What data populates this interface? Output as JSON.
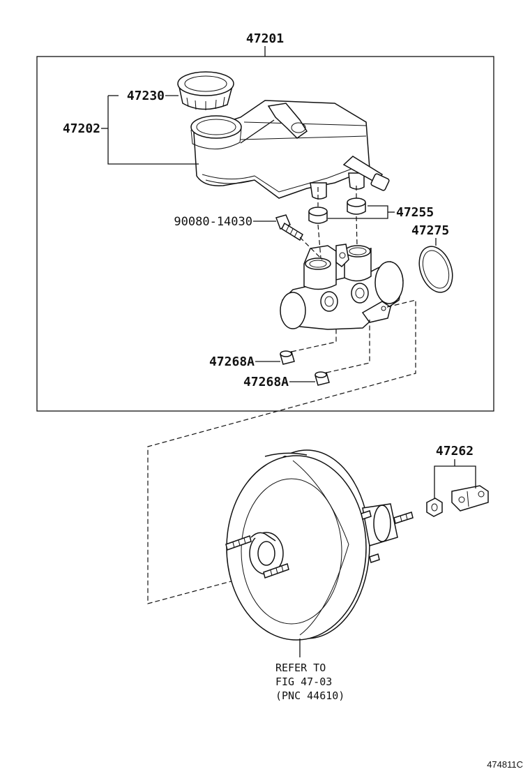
{
  "assembly_label": "47201",
  "labels": {
    "p47230": "47230",
    "p47202": "47202",
    "p47255": "47255",
    "p47275": "47275",
    "p90080": "90080-14030",
    "p47268a_1": "47268A",
    "p47268a_2": "47268A",
    "p47262": "47262"
  },
  "note": {
    "line1": "REFER TO",
    "line2": "FIG 47-03",
    "line3": "(PNC 44610)"
  },
  "illustration_code": "474811C"
}
